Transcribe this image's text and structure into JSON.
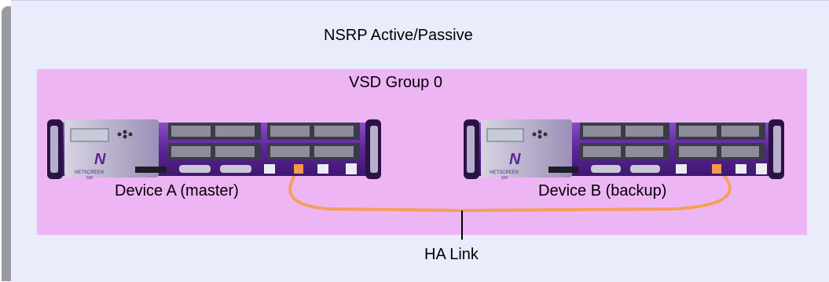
{
  "diagram": {
    "title": "NSRP Active/Passive",
    "group_label": "VSD Group 0",
    "devices": [
      {
        "id": "device-a",
        "label": "Device A (master)",
        "brand": "NETSCREEN",
        "model": "500"
      },
      {
        "id": "device-b",
        "label": "Device B (backup)",
        "brand": "NETSCREEN",
        "model": "500"
      }
    ],
    "link_label": "HA Link",
    "colors": {
      "outer_bg": "#e9ecfb",
      "group_bg": "#eeb5f5",
      "chassis": "#6b2ba8",
      "link": "#f5a05a",
      "shadow": "#9a9aa3"
    }
  }
}
